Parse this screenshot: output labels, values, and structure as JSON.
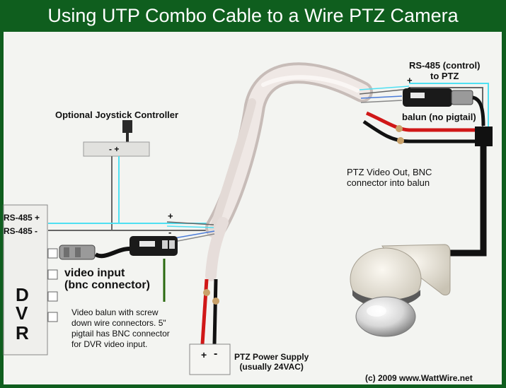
{
  "title": "Using UTP Combo Cable to a Wire PTZ Camera",
  "labels": {
    "rs485_control_line1": "RS-485 (control)",
    "rs485_control_line2": "to PTZ",
    "balun_no_pigtail": "balun (no pigtail)",
    "joystick": "Optional Joystick Controller",
    "joystick_polarity": "-  +",
    "ptz_video_line1": "PTZ Video Out, BNC",
    "ptz_video_line2": "connector into balun",
    "rs485_plus": "RS-485 +",
    "rs485_minus": "RS-485 -",
    "video_input_line1": "video input",
    "video_input_line2": "(bnc connector)",
    "dvr_d": "D",
    "dvr_v": "V",
    "dvr_r": "R",
    "balun_note_line1": "Video balun with screw",
    "balun_note_line2": "down wire connectors.  5\"",
    "balun_note_line3": "pigtail has BNC connector",
    "balun_note_line4": "for DVR video input.",
    "psu_plus": "+",
    "psu_minus": "-",
    "psu_line1": "PTZ Power Supply",
    "psu_line2": "(usually 24VAC)",
    "plus_sign": "+",
    "minus_sign": "-",
    "copyright": "(c) 2009 www.WattWire.net"
  },
  "colors": {
    "frame": "#0f5e1e",
    "background": "#f3f4f1",
    "cable_jacket": "#ece4e1",
    "rs485_wire": "#4fe0f2",
    "signal_wire": "#666666",
    "power_red": "#d01818",
    "power_black": "#111111",
    "video_note_line": "#2a6a10"
  }
}
